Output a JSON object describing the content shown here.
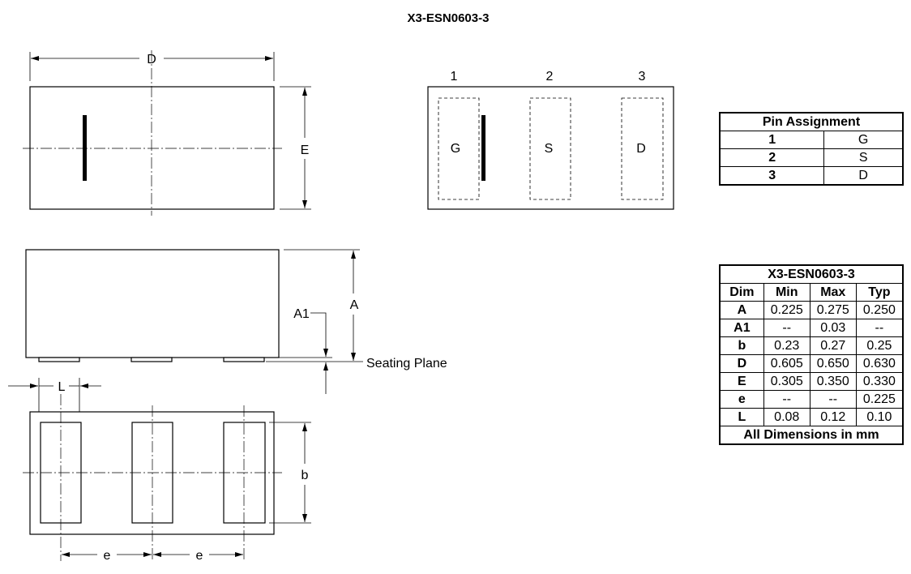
{
  "title": "X3-ESN0603-3",
  "top_view": {
    "dim_d": "D",
    "dim_e": "E"
  },
  "pin_view": {
    "pin_numbers": [
      "1",
      "2",
      "3"
    ],
    "pin_names": [
      "G",
      "S",
      "D"
    ]
  },
  "side_view": {
    "dim_a": "A",
    "dim_a1": "A1",
    "seating_plane": "Seating Plane"
  },
  "bottom_view": {
    "dim_l": "L",
    "dim_b": "b",
    "dim_e1": "e",
    "dim_e2": "e"
  },
  "pin_assignment": {
    "header": "Pin Assignment",
    "rows": [
      [
        "1",
        "G"
      ],
      [
        "2",
        "S"
      ],
      [
        "3",
        "D"
      ]
    ]
  },
  "dimensions": {
    "title": "X3-ESN0603-3",
    "columns": [
      "Dim",
      "Min",
      "Max",
      "Typ"
    ],
    "rows": [
      [
        "A",
        "0.225",
        "0.275",
        "0.250"
      ],
      [
        "A1",
        "--",
        "0.03",
        "--"
      ],
      [
        "b",
        "0.23",
        "0.27",
        "0.25"
      ],
      [
        "D",
        "0.605",
        "0.650",
        "0.630"
      ],
      [
        "E",
        "0.305",
        "0.350",
        "0.330"
      ],
      [
        "e",
        "--",
        "--",
        "0.225"
      ],
      [
        "L",
        "0.08",
        "0.12",
        "0.10"
      ]
    ],
    "footer": "All Dimensions in mm"
  }
}
